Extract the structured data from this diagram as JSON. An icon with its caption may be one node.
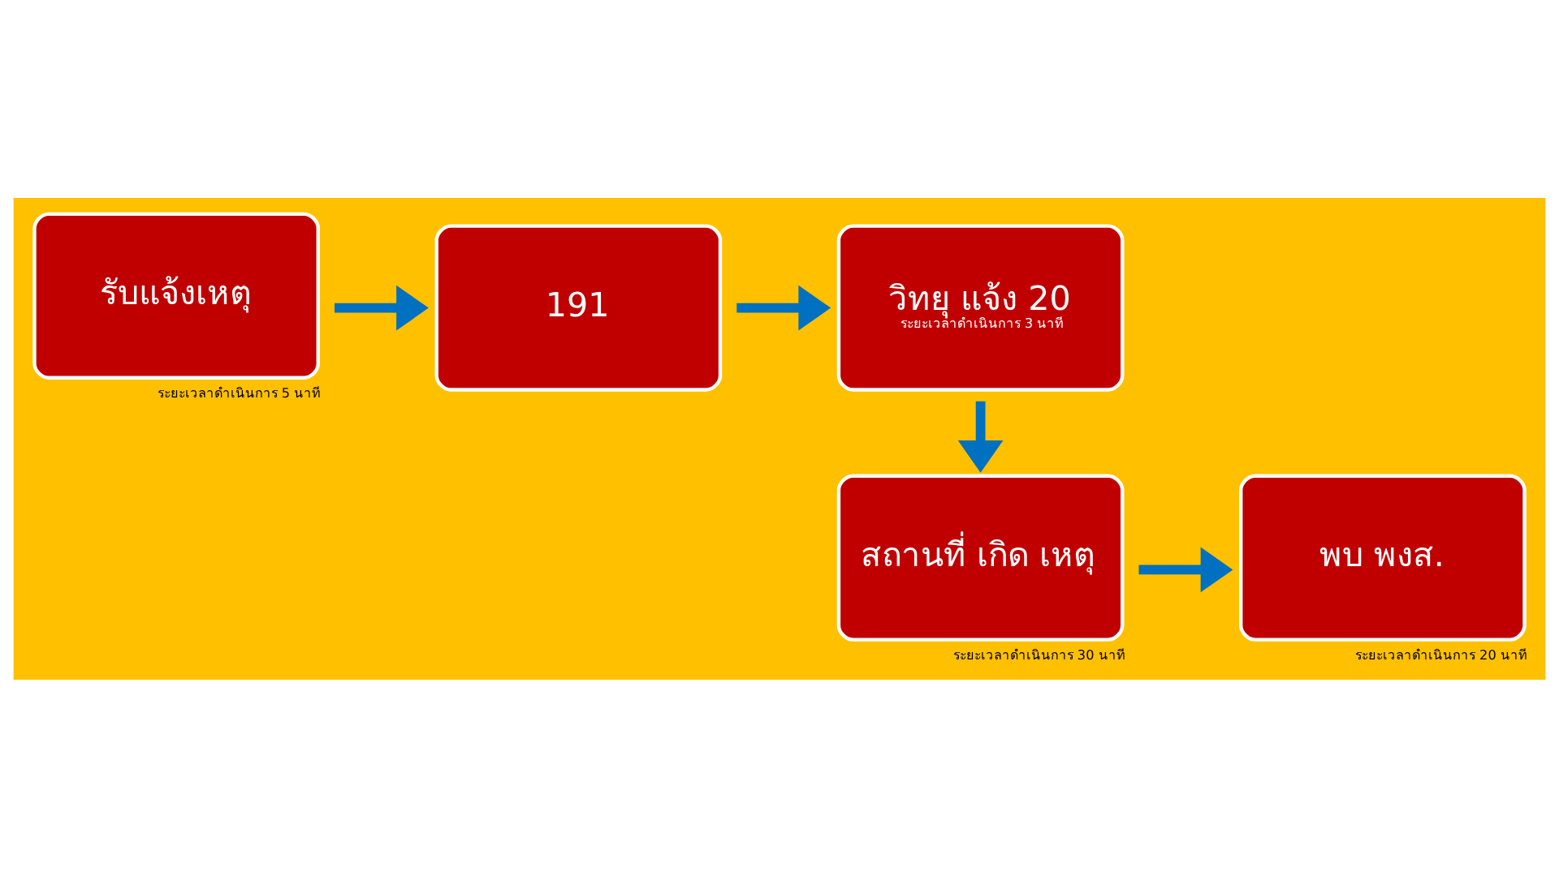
{
  "diagram": {
    "nodes": [
      {
        "text": [
          "รับแจ้งเหตุ"
        ],
        "beside": [
          "ระยะเวลาดำเนินการ 5 นาที"
        ]
      },
      {
        "text": [
          "191"
        ]
      },
      {
        "text": [
          "วิทยุ แจ้ง 20",
          "ระยะเวลาดำเนินการ 3 นาที"
        ]
      },
      {
        "text": [
          "พบ พงส."
        ],
        "beside": [
          "ระยะเวลาดำเนินการ 20 นาที"
        ]
      },
      {
        "text": [
          "สถานที่ เกิด เหตุ"
        ],
        "beside": [
          "ระยะเวลาดำเนินการ 30 นาที"
        ]
      }
    ],
    "edges": [
      {
        "from": 0,
        "to": 1,
        "arrow": "to"
      },
      {
        "from": 1,
        "to": 2,
        "arrow": "to"
      },
      {
        "from": 2,
        "to": 4,
        "arrow": "to"
      },
      {
        "from": 4,
        "to": 3,
        "arrow": "to"
      }
    ]
  }
}
